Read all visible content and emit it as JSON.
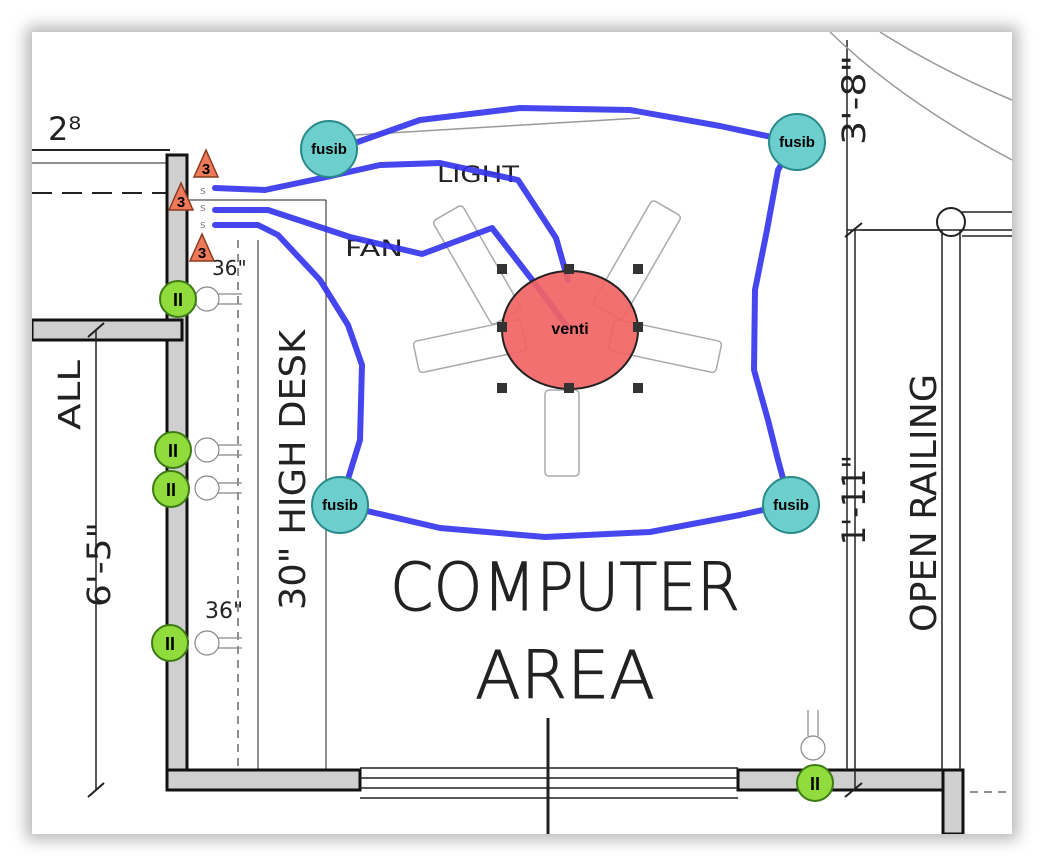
{
  "plan": {
    "room_title_line1": "COMPUTER",
    "room_title_line2": "AREA",
    "desk_label": "30\" HIGH DESK",
    "railing_label": "OPEN RAILING",
    "dim_top_left": "2⁸",
    "dim_right_top": "3'-8\"",
    "dim_right_mid": "1'-11\"",
    "dim_left": "6'-5\"",
    "dim_outlet_top": "36\"",
    "dim_outlet_bottom": "36\"",
    "fan_label_light": "LIGHT",
    "fan_label_fan": "FAN",
    "left_room_label": "ALL"
  },
  "devices": {
    "fixture_label": "fusib",
    "fan_label": "venti",
    "switch_label": "3",
    "outlet_label": "II"
  },
  "colors": {
    "wire": "#3333ee",
    "fixture_fill": "#6ccfce",
    "fan_fill": "#f26464",
    "outlet_fill": "#8fdc3c",
    "switch_fill": "#ef7a5a"
  }
}
